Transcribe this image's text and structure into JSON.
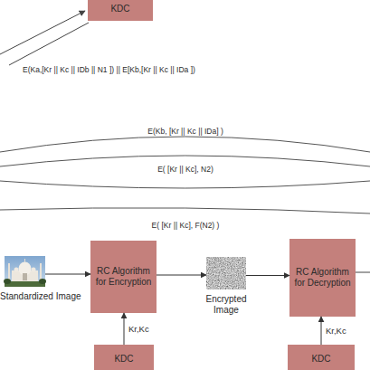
{
  "diagram": {
    "nodes": [
      {
        "text": [
          "KDC"
        ]
      },
      {
        "text": [
          "Standardized Image"
        ]
      },
      {
        "text": [
          "RC Algorithm for Encryption"
        ]
      },
      {
        "text": [
          "Encrypted Image"
        ]
      },
      {
        "text": [
          "RC Algorithm for Decryption"
        ]
      },
      {
        "text": [
          "KDC"
        ]
      },
      {
        "text": [
          "KDC"
        ]
      }
    ],
    "edges": [
      {
        "from": 1,
        "to": 2,
        "arrow": "to"
      },
      {
        "from": 2,
        "to": 3,
        "arrow": "to"
      },
      {
        "from": 3,
        "to": 4,
        "arrow": "to"
      },
      {
        "from": 5,
        "to": 2,
        "label": "Kr,Kc",
        "arrow": "to"
      },
      {
        "from": 6,
        "to": 4,
        "label": "Kr,Kc",
        "arrow": "to"
      }
    ],
    "labels": [
      "E(Ka,[Kr || Kc || IDb || N1 ]) || E[Kb,[Kr || Kc || IDa ])",
      "E(Kb, [Kr || Kc || IDa] )",
      "E( [Kr || Kc], N2)",
      "E( [Kr || Kc], F(N2) )"
    ]
  }
}
